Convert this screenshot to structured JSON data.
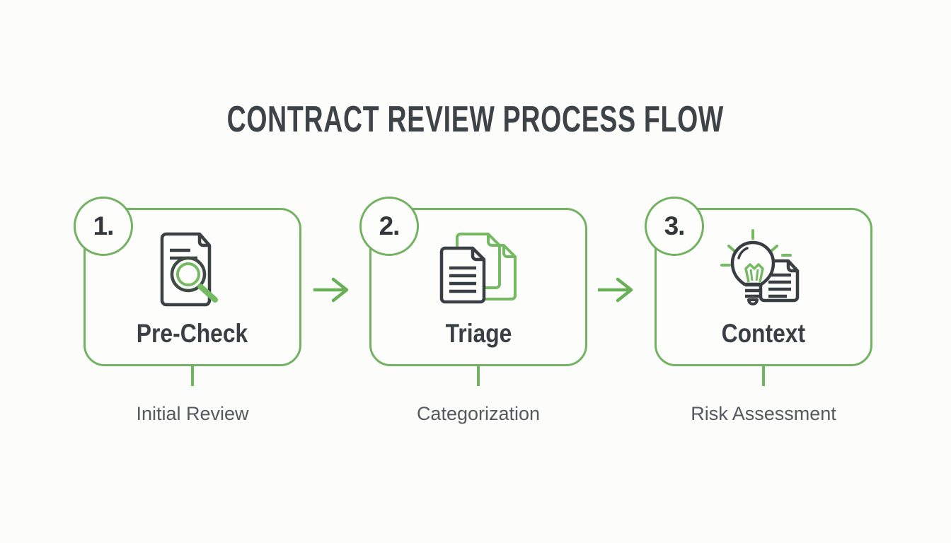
{
  "title": "CONTRACT REVIEW PROCESS FLOW",
  "colors": {
    "accent_green": "#72b262",
    "icon_green": "#74ba62",
    "dark_text": "#3a3f44",
    "caption_gray": "#55595d",
    "background": "#fcfcfb"
  },
  "steps": [
    {
      "number": "1.",
      "label": "Pre-Check",
      "caption": "Initial Review",
      "icon": "document-magnifier-icon"
    },
    {
      "number": "2.",
      "label": "Triage",
      "caption": "Categorization",
      "icon": "stacked-documents-icon"
    },
    {
      "number": "3.",
      "label": "Context",
      "caption": "Risk Assessment",
      "icon": "lightbulb-document-icon"
    }
  ],
  "connectors": {
    "arrow_icon": "right-arrow-icon",
    "arrow_count": 2
  }
}
